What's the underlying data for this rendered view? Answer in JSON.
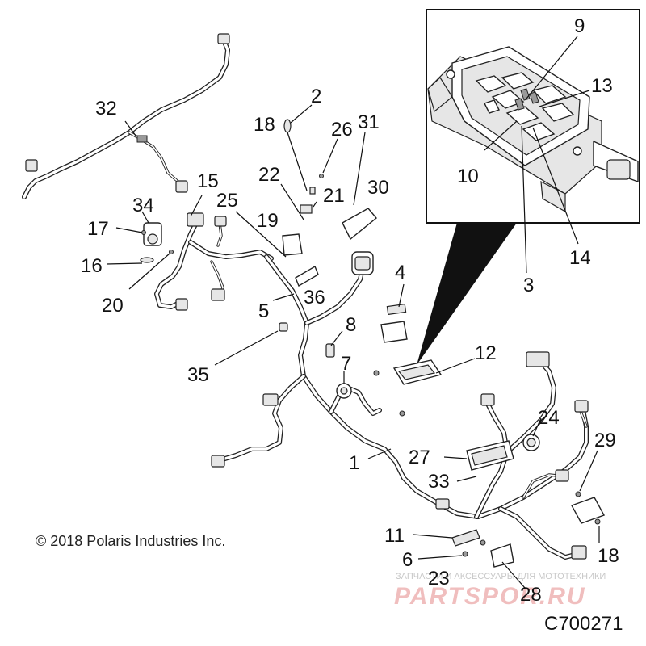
{
  "diagram": {
    "copyright": "© 2018 Polaris Industries Inc.",
    "drawing_code": "C700271",
    "watermark_caption": "ЗАПЧАСТИ И АКСЕССУАРЫ ДЛЯ МОТОТЕХНИКИ",
    "watermark_logo": "PARTSPOR.RU",
    "callouts": [
      {
        "id": "c1",
        "label": "1"
      },
      {
        "id": "c2",
        "label": "2"
      },
      {
        "id": "c3",
        "label": "3"
      },
      {
        "id": "c4",
        "label": "4"
      },
      {
        "id": "c5",
        "label": "5"
      },
      {
        "id": "c6",
        "label": "6"
      },
      {
        "id": "c7",
        "label": "7"
      },
      {
        "id": "c8",
        "label": "8"
      },
      {
        "id": "c9",
        "label": "9"
      },
      {
        "id": "c10",
        "label": "10"
      },
      {
        "id": "c11",
        "label": "11"
      },
      {
        "id": "c12",
        "label": "12"
      },
      {
        "id": "c13",
        "label": "13"
      },
      {
        "id": "c14",
        "label": "14"
      },
      {
        "id": "c15",
        "label": "15"
      },
      {
        "id": "c16",
        "label": "16"
      },
      {
        "id": "c17",
        "label": "17"
      },
      {
        "id": "c18a",
        "label": "18"
      },
      {
        "id": "c18b",
        "label": "18"
      },
      {
        "id": "c19",
        "label": "19"
      },
      {
        "id": "c20",
        "label": "20"
      },
      {
        "id": "c21",
        "label": "21"
      },
      {
        "id": "c22",
        "label": "22"
      },
      {
        "id": "c23",
        "label": "23"
      },
      {
        "id": "c24",
        "label": "24"
      },
      {
        "id": "c25",
        "label": "25"
      },
      {
        "id": "c26",
        "label": "26"
      },
      {
        "id": "c27",
        "label": "27"
      },
      {
        "id": "c28",
        "label": "28"
      },
      {
        "id": "c29",
        "label": "29"
      },
      {
        "id": "c30",
        "label": "30"
      },
      {
        "id": "c31",
        "label": "31"
      },
      {
        "id": "c32",
        "label": "32"
      },
      {
        "id": "c33",
        "label": "33"
      },
      {
        "id": "c34",
        "label": "34"
      },
      {
        "id": "c35",
        "label": "35"
      },
      {
        "id": "c36",
        "label": "36"
      }
    ]
  }
}
